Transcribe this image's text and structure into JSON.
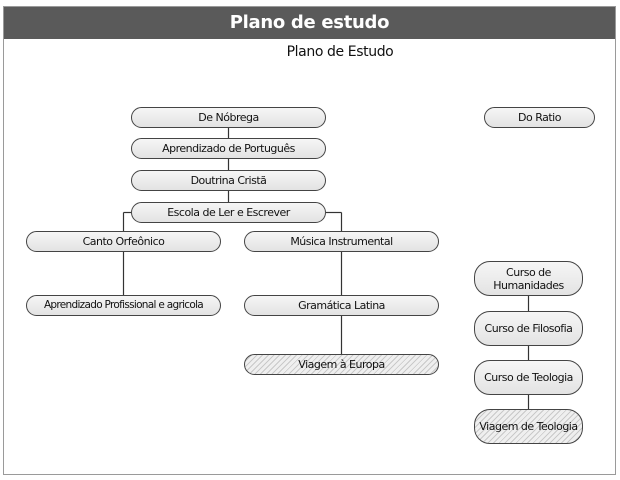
{
  "header": {
    "title": "Plano de estudo"
  },
  "diagram": {
    "title": "Plano de Estudo",
    "nodes": {
      "de_nobrega": "De Nóbrega",
      "do_ratio": "Do Ratio",
      "aprendizado_portugues": "Aprendizado de Português",
      "doutrina_crista": "Doutrina Cristã",
      "escola_ler_escrever": "Escola de Ler e Escrever",
      "canto_orfeonico": "Canto Orfeônico",
      "musica_instrumental": "Música Instrumental",
      "aprendizado_profissional": "Aprendizado Profissional e agricola",
      "gramatica_latina": "Gramática Latina",
      "viagem_europa": "Viagem à Europa",
      "curso_humanidades": "Curso de Humanidades",
      "curso_filosofia": "Curso de Filosofia",
      "curso_teologia": "Curso de Teologia",
      "viagem_teologia": "Viagem de Teologia"
    },
    "edges": [
      [
        "de_nobrega",
        "aprendizado_portugues"
      ],
      [
        "aprendizado_portugues",
        "doutrina_crista"
      ],
      [
        "doutrina_crista",
        "escola_ler_escrever"
      ],
      [
        "escola_ler_escrever",
        "canto_orfeonico"
      ],
      [
        "escola_ler_escrever",
        "musica_instrumental"
      ],
      [
        "canto_orfeonico",
        "aprendizado_profissional"
      ],
      [
        "musica_instrumental",
        "gramatica_latina"
      ],
      [
        "gramatica_latina",
        "viagem_europa"
      ],
      [
        "curso_humanidades",
        "curso_filosofia"
      ],
      [
        "curso_filosofia",
        "curso_teologia"
      ],
      [
        "curso_teologia",
        "viagem_teologia"
      ]
    ],
    "style": {
      "header_bg": "#5a5a5a",
      "node_border": "#444444",
      "line_color": "#333333"
    }
  }
}
